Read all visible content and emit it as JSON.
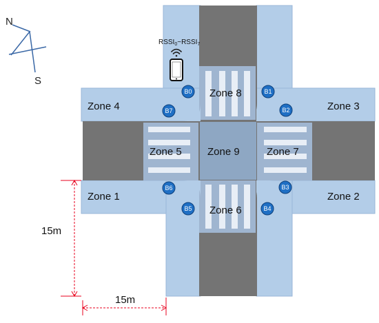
{
  "compass": {
    "north_label": "N",
    "south_label": "S"
  },
  "phone": {
    "label_main": "RSSI",
    "label_sub0": "0",
    "label_tilde": "~RSSI",
    "label_sub7": "7"
  },
  "zones": [
    {
      "id": "zone-1",
      "label": "Zone 1"
    },
    {
      "id": "zone-2",
      "label": "Zone 2"
    },
    {
      "id": "zone-3",
      "label": "Zone 3"
    },
    {
      "id": "zone-4",
      "label": "Zone 4"
    },
    {
      "id": "zone-5",
      "label": "Zone 5"
    },
    {
      "id": "zone-6",
      "label": "Zone 6"
    },
    {
      "id": "zone-7",
      "label": "Zone 7"
    },
    {
      "id": "zone-8",
      "label": "Zone 8"
    },
    {
      "id": "zone-9",
      "label": "Zone 9"
    }
  ],
  "beacons": [
    "B0",
    "B1",
    "B2",
    "B3",
    "B4",
    "B5",
    "B6",
    "B7"
  ],
  "dimensions": {
    "vertical": "15m",
    "horizontal": "15m"
  },
  "colors": {
    "sidewalk": "#b3cde8",
    "road": "#747474",
    "zone_light": "#9fb5d0",
    "zone_dark": "#7f97b3",
    "stripe": "#e8eef6",
    "beacon": "#1f6fc4",
    "dimension": "#e8001c"
  }
}
